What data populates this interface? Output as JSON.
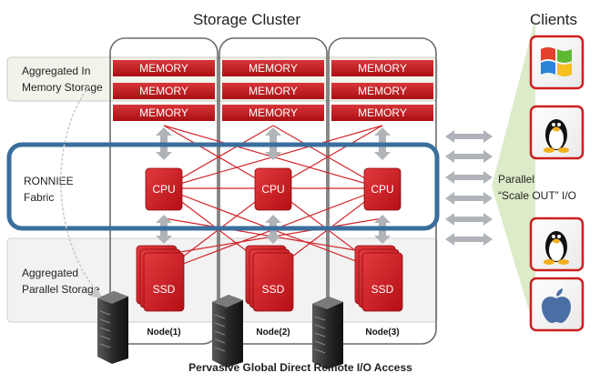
{
  "title": "Storage Cluster",
  "clients_title": "Clients",
  "left_labels": {
    "memory": [
      "Aggregated In",
      "Memory Storage"
    ],
    "fabric": [
      "RONNIEE",
      "Fabric"
    ],
    "storage": [
      "Aggregated",
      "Parallel Storage"
    ]
  },
  "nodes": [
    {
      "label": "Node(1)",
      "memory": [
        "MEMORY",
        "MEMORY",
        "MEMORY"
      ],
      "cpu": "CPU",
      "ssd": "SSD"
    },
    {
      "label": "Node(2)",
      "memory": [
        "MEMORY",
        "MEMORY",
        "MEMORY"
      ],
      "cpu": "CPU",
      "ssd": "SSD"
    },
    {
      "label": "Node(3)",
      "memory": [
        "MEMORY",
        "MEMORY",
        "MEMORY"
      ],
      "cpu": "CPU",
      "ssd": "SSD"
    }
  ],
  "parallel_io": [
    "Parallel",
    "“Scale OUT” I/O"
  ],
  "footer": "Pervasive Global Direct Remote I/O Access",
  "clients": [
    {
      "icon": "windows-logo-icon"
    },
    {
      "icon": "linux-penguin-icon"
    },
    {
      "icon": "linux-penguin-icon"
    },
    {
      "icon": "apple-logo-icon"
    }
  ],
  "colors": {
    "memory_red": "#c0161c",
    "fabric_blue": "#3a6e9c",
    "client_border": "#cc1f1f",
    "wedge_green": "#dcebc8",
    "arrow_gray": "#b0b3b8"
  }
}
